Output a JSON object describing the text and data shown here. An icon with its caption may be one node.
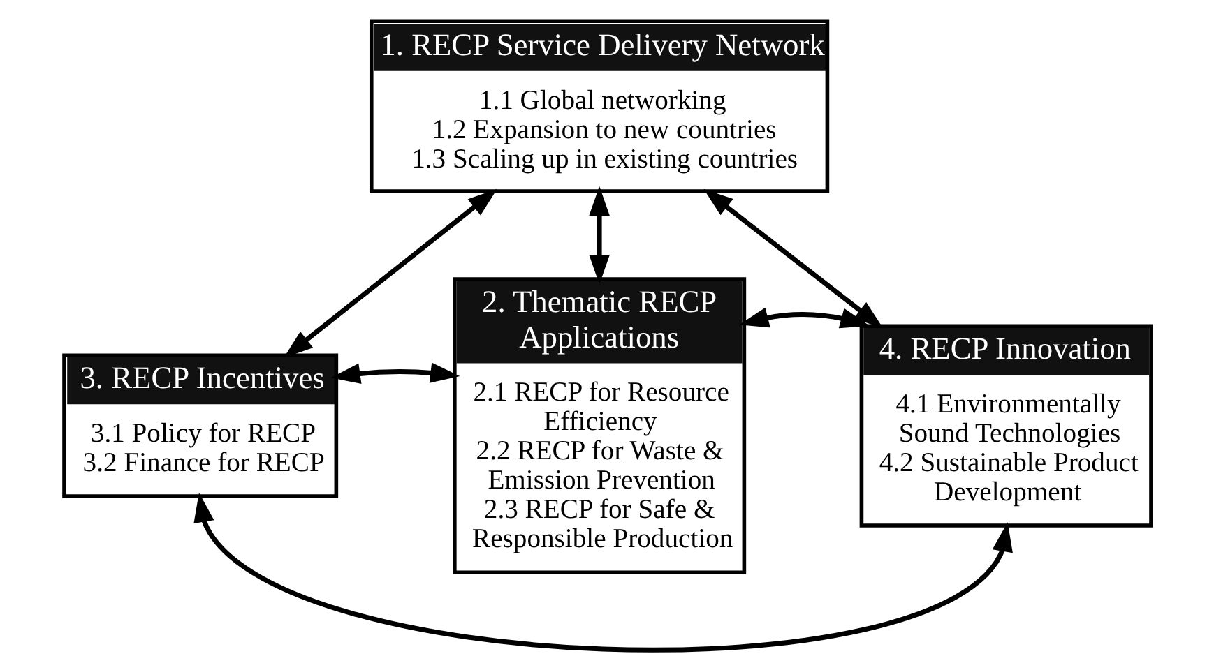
{
  "diagram": {
    "nodes": [
      {
        "text": [
          "1. RECP Service Delivery Network",
          "1.1 Global networking",
          "1.2 Expansion to new countries",
          "1.3 Scaling up in existing countries"
        ]
      },
      {
        "text": [
          "2. Thematic RECP Applications",
          "2.1 RECP for Resource Efficiency",
          "2.2 RECP for Waste & Emission Prevention",
          "2.3 RECP for Safe & Responsible Production"
        ]
      },
      {
        "text": [
          "3. RECP Incentives",
          "3.1 Policy for RECP",
          "3.2 Finance for RECP"
        ]
      },
      {
        "text": [
          "4. RECP Innovation",
          "4.1 Environmentally Sound Technologies",
          "4.2 Sustainable Product Development"
        ]
      }
    ],
    "edges": [
      {
        "from": 0,
        "to": 2,
        "arrow": "both"
      },
      {
        "from": 0,
        "to": 1,
        "arrow": "both"
      },
      {
        "from": 0,
        "to": 3,
        "arrow": "both"
      },
      {
        "from": 2,
        "to": 1,
        "arrow": "both"
      },
      {
        "from": 1,
        "to": 3,
        "arrow": "both"
      },
      {
        "from": 2,
        "to": 3,
        "arrow": "both"
      }
    ]
  }
}
